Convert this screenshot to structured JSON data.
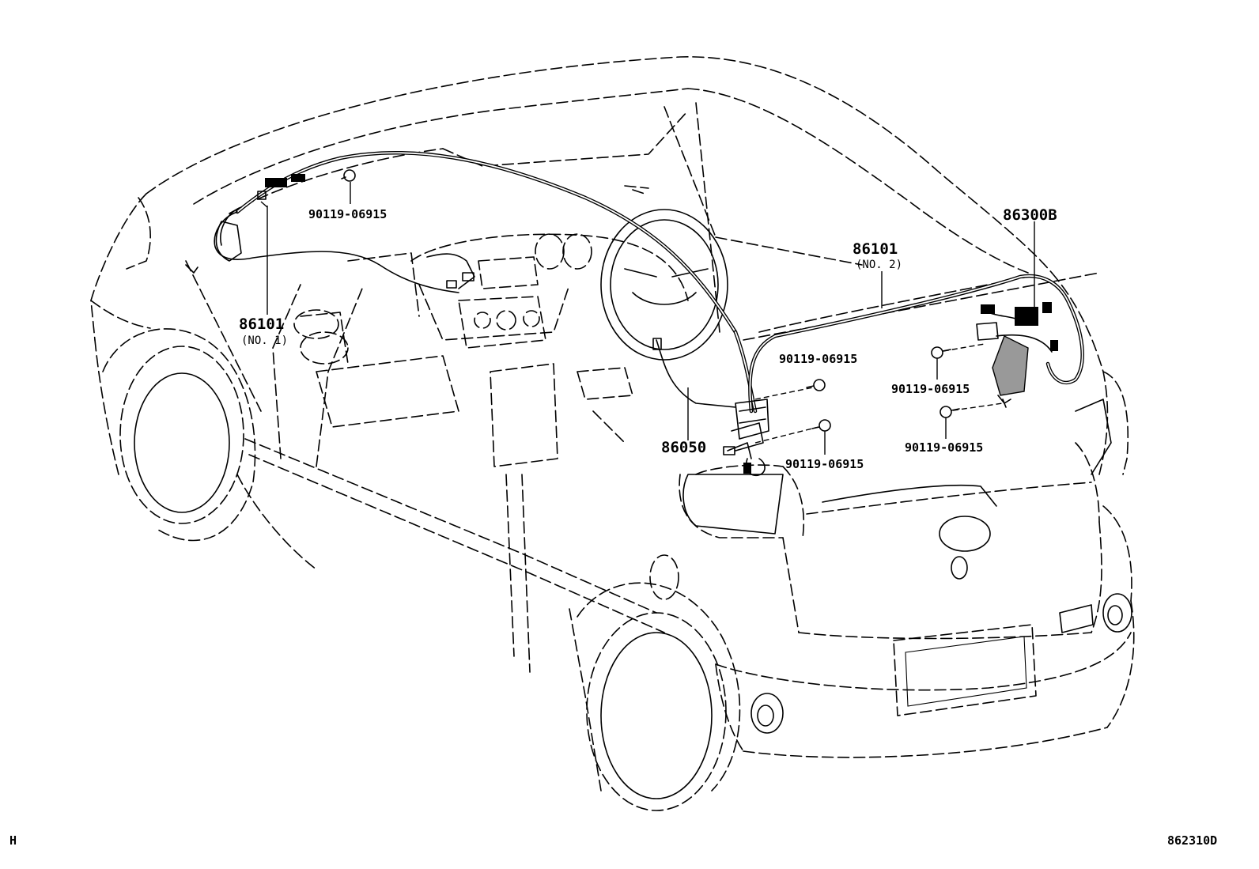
{
  "diagram": {
    "parts": [
      {
        "id": "wire-no1",
        "number": "86101",
        "sub": "(NO. 1)"
      },
      {
        "id": "wire-no2",
        "number": "86101",
        "sub": "(NO. 2)"
      },
      {
        "id": "antenna-amp",
        "number": "86300B"
      },
      {
        "id": "bracket",
        "number": "86050"
      }
    ],
    "bolts": [
      {
        "id": "bolt-front",
        "number": "90119-06915"
      },
      {
        "id": "bolt-mid-left",
        "number": "90119-06915"
      },
      {
        "id": "bolt-mid-lower",
        "number": "90119-06915"
      },
      {
        "id": "bolt-rear-upper",
        "number": "90119-06915"
      },
      {
        "id": "bolt-rear-lower",
        "number": "90119-06915"
      }
    ],
    "corner_left": "H",
    "corner_right": "862310D"
  }
}
